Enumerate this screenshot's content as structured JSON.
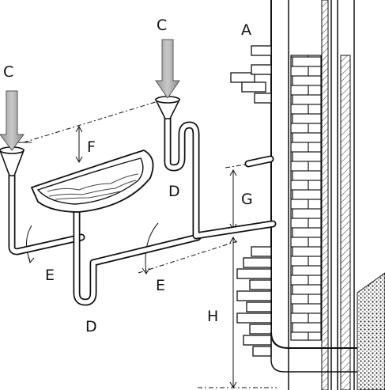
{
  "labels": {
    "A": "A",
    "C_left": "C",
    "C_right": "C",
    "D_sink": "D",
    "D_right": "D",
    "E_left": "E",
    "E_right": "E",
    "F": "F",
    "G": "G",
    "H": "H"
  }
}
